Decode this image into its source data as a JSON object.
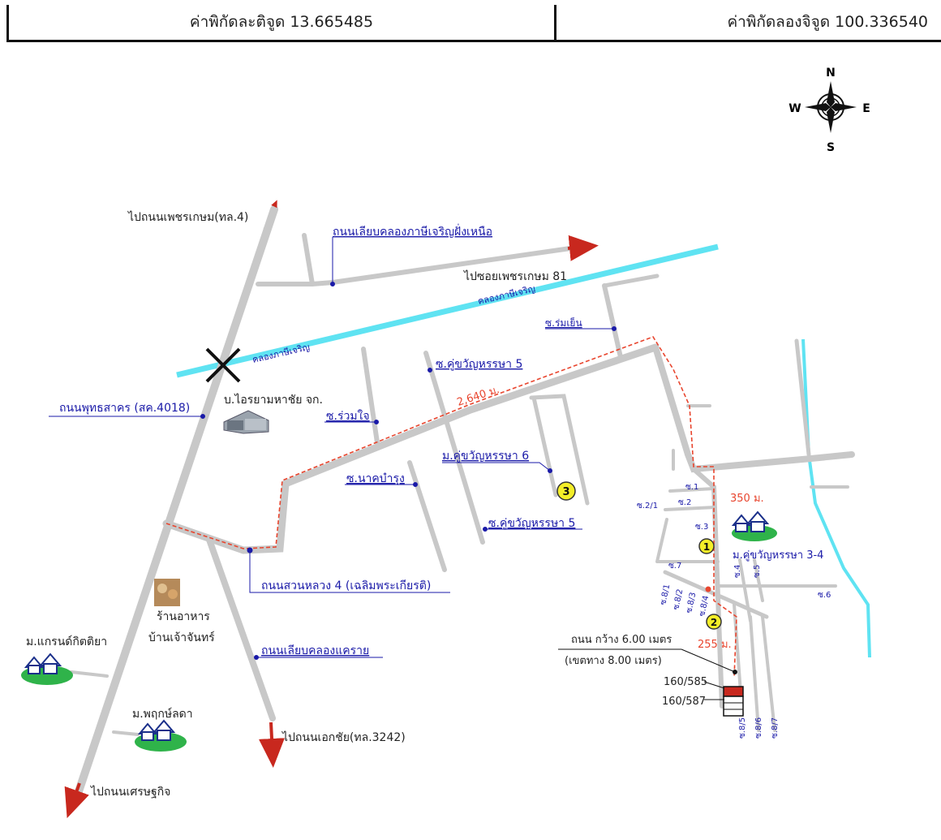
{
  "header": {
    "latitude_label": "ค่าพิกัดละติจูด 13.665485",
    "longitude_label": "ค่าพิกัดลองจิจูด 100.336540"
  },
  "compass": {
    "n": "N",
    "s": "S",
    "e": "E",
    "w": "W"
  },
  "labels": {
    "to_phetkasem": "ไปถนนเพชรเกษม(ทล.4)",
    "klong_north_road": "ถนนเลียบคลองภาษีเจริญฝั่งเหนือ",
    "to_soi_phetkasem81": "ไปซอยเพชรเกษม 81",
    "canal_1": "คลองภาษีเจริญ",
    "canal_2": "คลองภาษีเจริญ",
    "soi_chomyen": "ซ.ร่มเย็น",
    "soi_khukhwan5_top": "ซ.คู่ขวัญหรรษา 5",
    "phutthasakhon_road": "ถนนพุทธสาคร (สค.4018)",
    "company": "บ.ไอรยามหาชัย จก.",
    "distance_2640": "2,640 ม.",
    "soi_ruamjai": "ซ.ร่วมใจ",
    "moo_khukhwan6": "ม.คู่ขวัญหรรษา 6",
    "soi_nakbamrung": "ซ.นาคบำรุง",
    "soi_khukhwan5_bottom": "ซ.คู่ขวัญหรรษา 5",
    "suanluang4_road": "ถนนสวนหลวง 4 (เฉลิมพระเกียรติ)",
    "restaurant_1": "ร้านอาหาร",
    "restaurant_2": "บ้านเจ้าจันทร์",
    "moo_grand": "ม.แกรนด์กิตติยา",
    "klong_khrai_road": "ถนนเลียบคลองแคราย",
    "moo_phruksa": "ม.พฤกษ์ลดา",
    "to_ekkachai": "ไปถนนเอกชัย(ทล.3242)",
    "to_setthakit": "ไปถนนเศรษฐกิจ",
    "soi1": "ซ.1",
    "soi2": "ซ.2",
    "soi2_1": "ซ.2/1",
    "soi3": "ซ.3",
    "distance_350": "350 ม.",
    "moo_khukhwan34": "ม.คู่ขวัญหรรษา 3-4",
    "soi4": "ซ.4",
    "soi5": "ซ.5",
    "soi6": "ซ.6",
    "soi7": "ซ.7",
    "soi8_1": "ซ.8/1",
    "soi8_2": "ซ.8/2",
    "soi8_3": "ซ.8/3",
    "soi8_4": "ซ.8/4",
    "soi8_5": "ซ.8/5",
    "soi8_6": "ซ.8/6",
    "soi8_7": "ซ.8/7",
    "road_width": "ถนน กว้าง 6.00 เมตร",
    "road_reserve": "(เขตทาง 8.00 เมตร)",
    "distance_255": "255 ม.",
    "plot_1": "160/585",
    "plot_2": "160/587"
  },
  "markers": {
    "m1": "1",
    "m2": "2",
    "m3": "3"
  },
  "colors": {
    "road": "#c8c8c8",
    "canal": "#5fe3f2",
    "route": "#e8452e",
    "label_blue": "#1a1aa8",
    "marker_fill": "#f4ee28",
    "arrow_red": "#c8281e",
    "house_green": "#2fb34a"
  }
}
